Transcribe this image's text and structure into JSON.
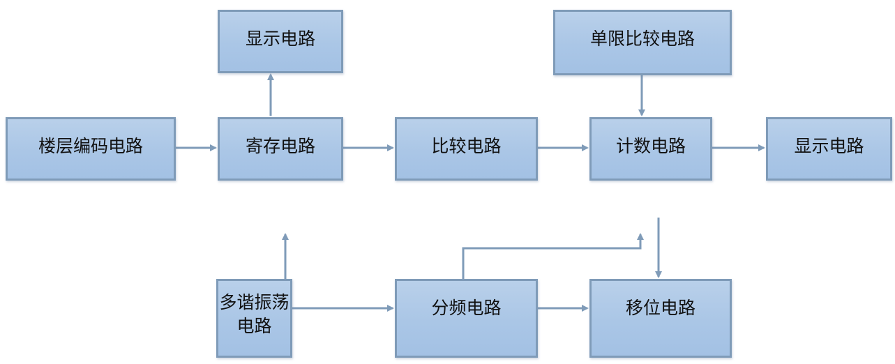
{
  "diagram": {
    "title": "",
    "colors": {
      "box_fill": "#aac6e6",
      "box_border": "#7f9bb8",
      "arrow": "#7f9bb8"
    },
    "nodes": {
      "display_top": "显示电路",
      "single_limit_comparator": "单限比较电路",
      "floor_encoder": "楼层编码电路",
      "register": "寄存电路",
      "comparator": "比较电路",
      "counter": "计数电路",
      "display_right": "显示电路",
      "multivibrator": "多谐振荡\n电路",
      "frequency_divider": "分频电路",
      "shift": "移位电路"
    },
    "edges": [
      {
        "from": "floor_encoder",
        "to": "register"
      },
      {
        "from": "register",
        "to": "display_top"
      },
      {
        "from": "register",
        "to": "comparator"
      },
      {
        "from": "comparator",
        "to": "counter"
      },
      {
        "from": "single_limit_comparator",
        "to": "counter"
      },
      {
        "from": "counter",
        "to": "display_right"
      },
      {
        "from": "multivibrator",
        "to": "register"
      },
      {
        "from": "multivibrator",
        "to": "frequency_divider"
      },
      {
        "from": "frequency_divider",
        "to": "counter"
      },
      {
        "from": "frequency_divider",
        "to": "shift"
      },
      {
        "from": "counter",
        "to": "shift"
      }
    ]
  }
}
